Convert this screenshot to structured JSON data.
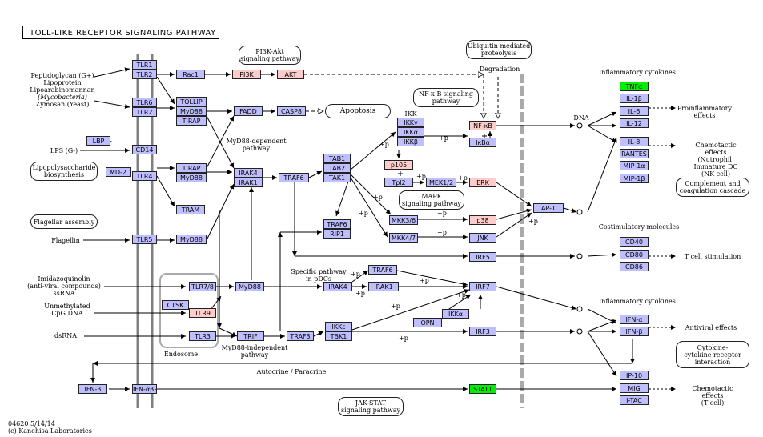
{
  "title": "TOLL-LIKE RECEPTOR SIGNALING PATHWAY",
  "genes": {
    "TLR1": "TLR1",
    "TLR2a": "TLR2",
    "TLR6": "TLR6",
    "TLR2b": "TLR2",
    "LBP": "LBP",
    "CD14": "CD14",
    "MD2": "MD-2",
    "TLR4": "TLR4",
    "TLR5": "TLR5",
    "TLR78": "TLR7/8",
    "CTSK": "CTSK",
    "TLR9": "TLR9",
    "TLR3": "TLR3",
    "IFNB_left": "IFN-β",
    "IFNABR": "IFN-αβR",
    "Rac1": "Rac1",
    "PI3K": "PI3K",
    "AKT": "AKT",
    "TOLLIP": "TOLLIP",
    "MyD88a": "MyD88",
    "TIRAP": "TIRAP",
    "FADD": "FADD",
    "CASP8": "CASP8",
    "TIRAPb": "TIRAP",
    "MyD88b": "MyD88",
    "TRAM": "TRAM",
    "MyD88c": "MyD88",
    "IRAK4": "IRAK4",
    "IRAK1": "IRAK1",
    "TRAF6": "TRAF6",
    "TAB1": "TAB1",
    "TAB2": "TAB2",
    "TAK1": "TAK1",
    "TRAF6b": "TRAF6",
    "RIP1": "RIP1",
    "IKKg": "IKKγ",
    "IKKa": "IKKα",
    "IKKb": "IKKβ",
    "NFkB": "NF-κB",
    "IkBa": "IκBα",
    "p105": "p105",
    "Tpl2": "Tpl2",
    "MEK12": "MEK1/2",
    "ERK": "ERK",
    "MKK36": "MKK3/6",
    "MKK47": "MKK4/7",
    "p38": "p38",
    "JNK": "JNK",
    "AP1": "AP-1",
    "IRF5": "IRF5",
    "MyD88d": "MyD88",
    "IRAK4b": "IRAK4",
    "TRAF6c": "TRAF6",
    "IRAK1b": "IRAK1",
    "IRF7": "IRF7",
    "IKKab": "IKKα",
    "OPN": "OPN",
    "TRIF": "TRIF",
    "TRAF3": "TRAF3",
    "IKKe": "IKKε",
    "TBK1": "TBK1",
    "IRF3": "IRF3",
    "STAT1": "STAT1",
    "TNFa": "TNFα",
    "IL1b": "IL-1β",
    "IL6": "IL-6",
    "IL12": "IL-12",
    "IL8": "IL-8",
    "RANTES": "RANTES",
    "MIP1a": "MIP-1α",
    "MIP1b": "MIP-1β",
    "CD40": "CD40",
    "CD80": "CD80",
    "CD86": "CD86",
    "IFNa": "IFN-α",
    "IFNb": "IFN-β",
    "IP10": "IP-10",
    "MIG": "MIG",
    "ITAC": "I-TAC"
  },
  "ligands": {
    "pg": "Peptidoglycan (G+)",
    "lipo1": "Lipoprotein",
    "lipo2": "Lipoarabinomannan",
    "myco": "(Mycobacteria)",
    "zym": "Zymosan (Yeast)",
    "lps": "LPS (G-)",
    "flagellin": "Flagellin",
    "imid1": "Imidazoquinolin",
    "imid2": "(anti-viral compounds)",
    "ssrna": "ssRNA",
    "cpg1": "Unmethylated",
    "cpg2": "CpG DNA",
    "dsrna": "dsRNA"
  },
  "maps": {
    "pi3k": "PI3K-Akt\nsignaling pathway",
    "ubiq": "Ubiquitin mediated\nproteolysis",
    "nfkb": "NF-κ B signaling\npathway",
    "apoptosis": "Apoptosis",
    "lps_bio": "Lipopolysaccharide\nbiosynthesis",
    "flag": "Flagellar assembly",
    "mapk": "MAPK\nsignaling pathway",
    "complement": "Complement and\ncoagulation cascade",
    "cytokine": "Cytokine-\ncytokine receptor\ninteraction",
    "jak": "JAK-STAT\nsignaling pathway"
  },
  "labels": {
    "degradation": "Degradation",
    "ikk": "IKK",
    "dna": "DNA",
    "myd88dep": "MyD88-dependent\npathway",
    "myd88indep": "MyD88-independent\npathway",
    "pdc": "Specific pathway\nin pDCs",
    "endosome": "Endosome",
    "autocrine": "Autocrine / Paracrine",
    "inflam1": "Inflammatory cytokines",
    "proinf": "Proinflammatory\neffects",
    "chemo1": "Chemotactic effects\n(Nutrophil, Immature DC\n(NK cell)",
    "costim": "Costimulatory molecules",
    "tcell": "T cell stimulation",
    "inflam2": "Inflammatory cytokines",
    "antiviral": "Antiviral effects",
    "chemo2": "Chemotactic effects\n(T cell)",
    "plus": "+p",
    "footer1": "04620 5/14/14",
    "footer2": "(c) Kanehisa Laboratories"
  },
  "colors": {
    "gene": "#bfbfff",
    "pink": "#ffcccc",
    "green": "#00ee00"
  }
}
